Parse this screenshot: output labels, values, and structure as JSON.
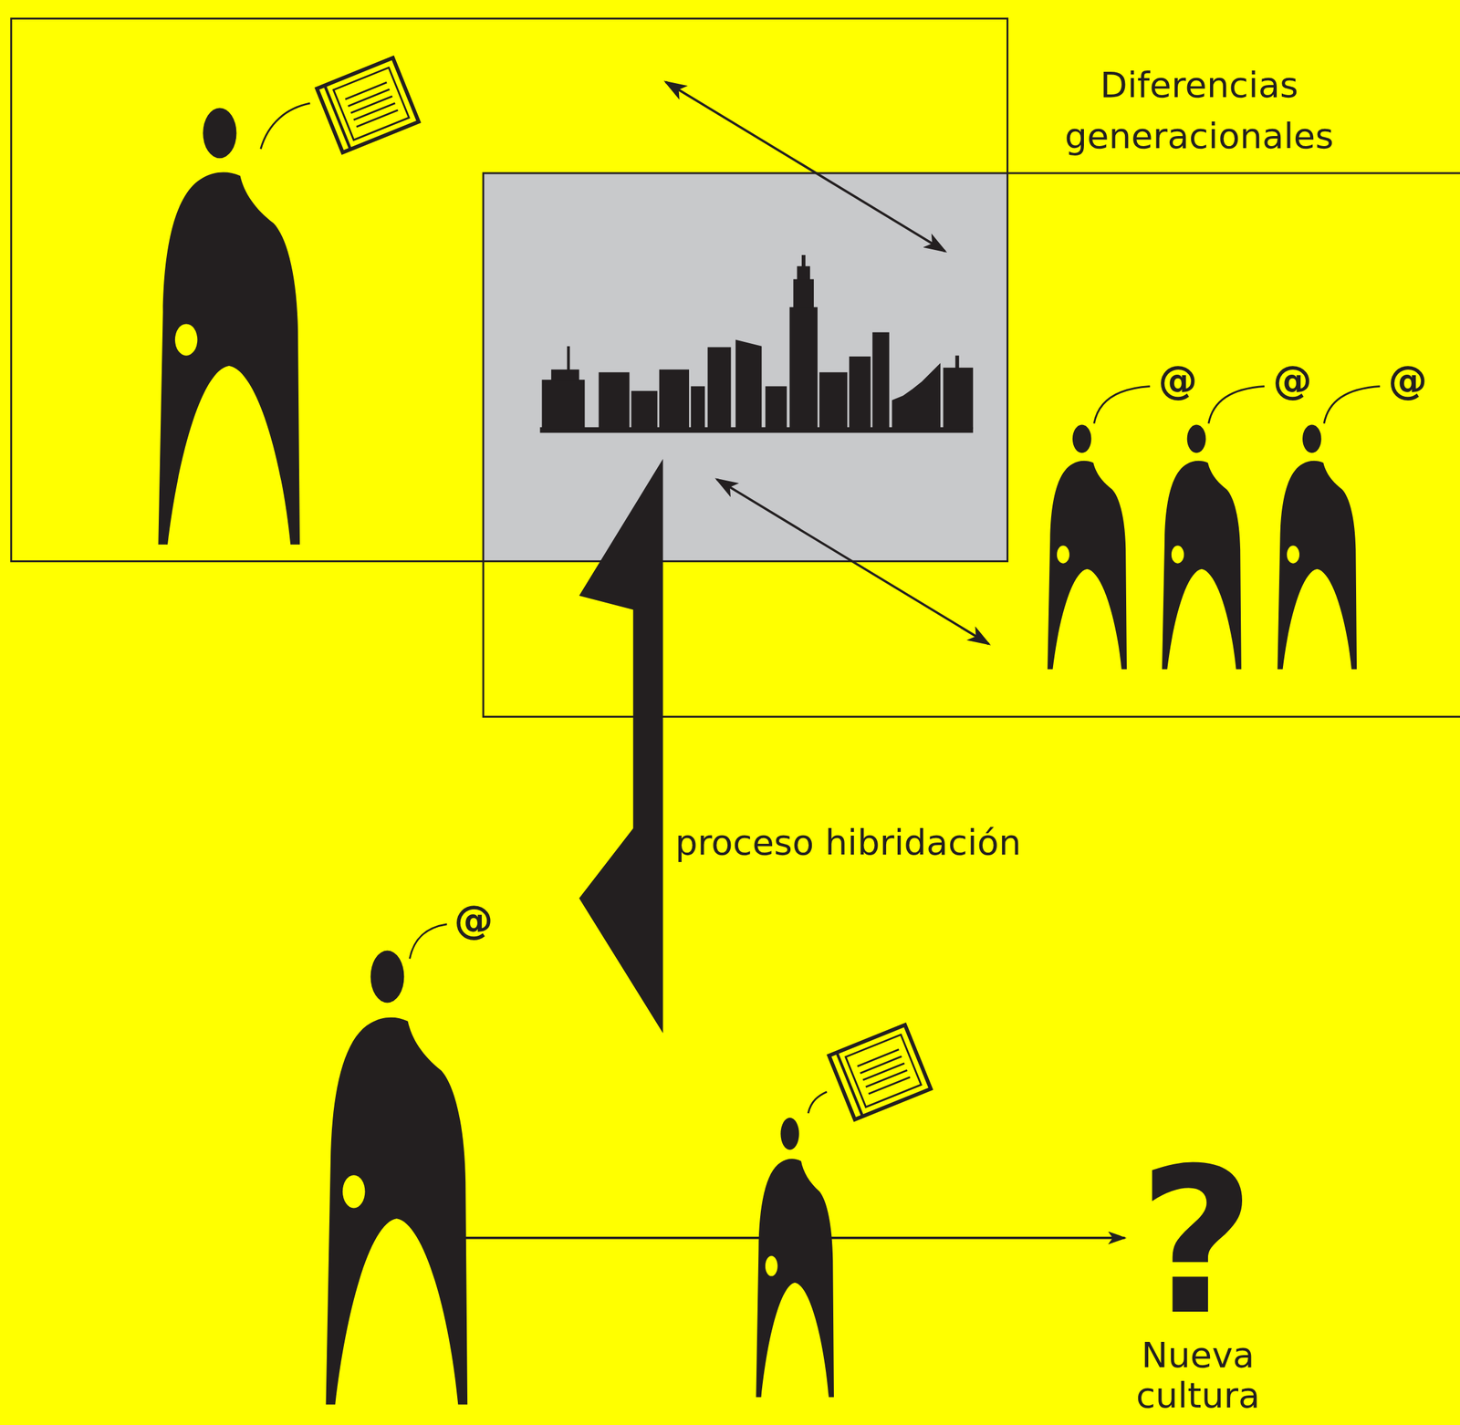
{
  "diagram": {
    "labels": [
      "Diferencias generacionales",
      "@",
      "@",
      "@",
      "proceso hibridación",
      "@",
      "?",
      "Nueva cultura"
    ]
  }
}
